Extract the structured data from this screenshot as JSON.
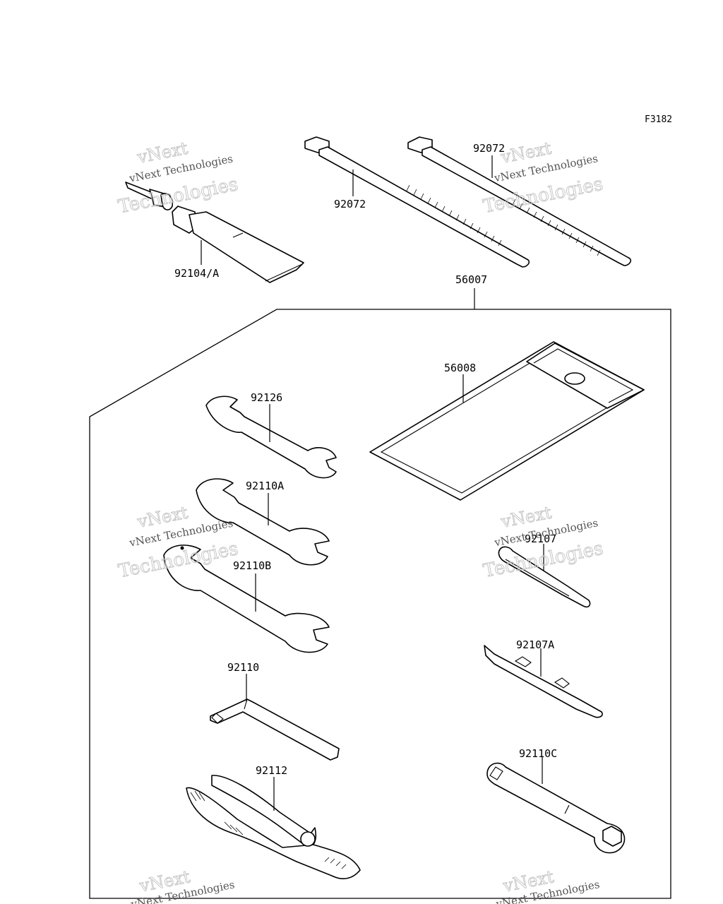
{
  "figure_code": "F3182",
  "parts": {
    "grease_tube": "92104/A",
    "cable_tie_left": "92072",
    "cable_tie_right": "92072",
    "tool_kit": "56007",
    "tool_bag": "56008",
    "wrench_1": "92126",
    "wrench_2": "92110A",
    "wrench_3": "92110B",
    "hex_key": "92110",
    "pliers": "92112",
    "screwdriver_1": "92107",
    "screwdriver_2": "92107A",
    "socket_wrench": "92110C"
  },
  "watermark": {
    "line1": "vNext Technologies",
    "line2": "vNext",
    "line3": "Technologies"
  }
}
